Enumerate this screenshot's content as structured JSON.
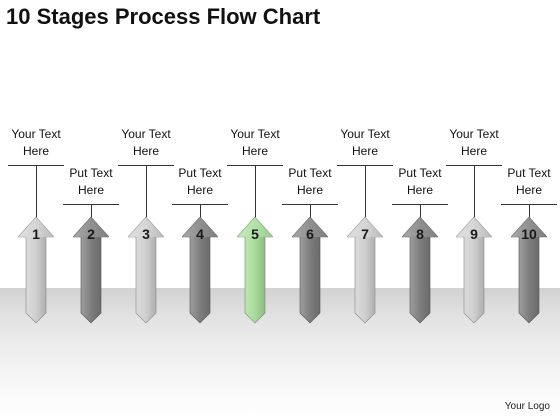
{
  "title": "10 Stages Process Flow Chart",
  "brand": "Your Logo",
  "stages": [
    {
      "number": "1",
      "label_line1": "Your Text",
      "label_line2": "Here",
      "color": "#cfcfcf"
    },
    {
      "number": "2",
      "label_line1": "Put Text",
      "label_line2": "Here",
      "color": "#7e7e7e"
    },
    {
      "number": "3",
      "label_line1": "Your Text",
      "label_line2": "Here",
      "color": "#cfcfcf"
    },
    {
      "number": "4",
      "label_line1": "Put Text",
      "label_line2": "Here",
      "color": "#7e7e7e"
    },
    {
      "number": "5",
      "label_line1": "Your Text",
      "label_line2": "Here",
      "color": "#a8dc9a"
    },
    {
      "number": "6",
      "label_line1": "Put Text",
      "label_line2": "Here",
      "color": "#7e7e7e"
    },
    {
      "number": "7",
      "label_line1": "Your Text",
      "label_line2": "Here",
      "color": "#cfcfcf"
    },
    {
      "number": "8",
      "label_line1": "Put Text",
      "label_line2": "Here",
      "color": "#7e7e7e"
    },
    {
      "number": "9",
      "label_line1": "Your Text",
      "label_line2": "Here",
      "color": "#cfcfcf"
    },
    {
      "number": "10",
      "label_line1": "Put Text",
      "label_line2": "Here",
      "color": "#7e7e7e"
    }
  ]
}
